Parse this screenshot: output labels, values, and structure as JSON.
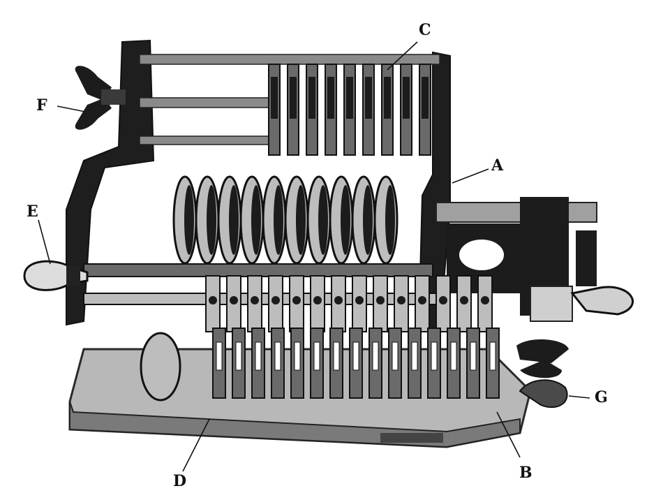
{
  "colors": {
    "ink": "#111111",
    "dark": "#1c1c1c",
    "mid": "#6a6a6a",
    "light": "#bdbdbd",
    "paper": "#ffffff"
  },
  "labels": {
    "a": "A",
    "b": "B",
    "c": "C",
    "d": "D",
    "e": "E",
    "f": "F",
    "g": "G"
  }
}
